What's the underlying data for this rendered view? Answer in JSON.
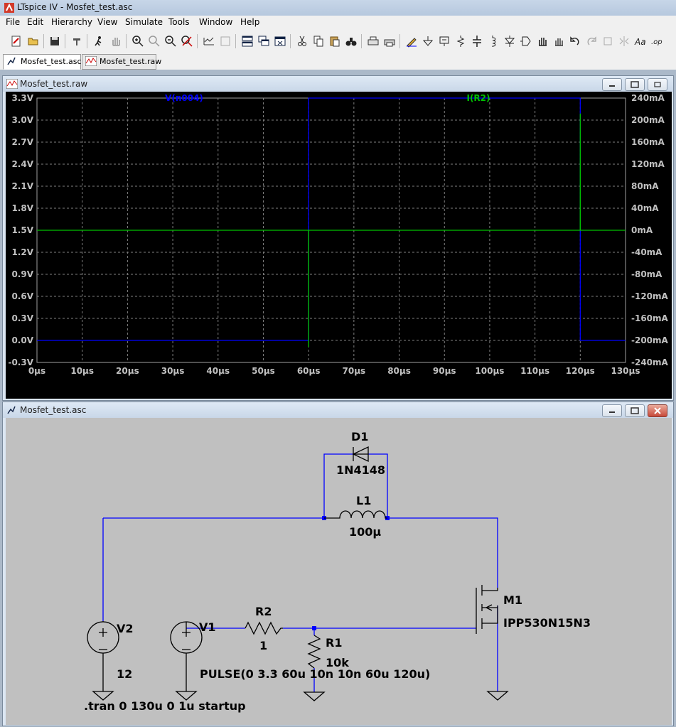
{
  "window": {
    "title": "LTspice IV - Mosfet_test.asc"
  },
  "menu": [
    "File",
    "Edit",
    "Hierarchy",
    "View",
    "Simulate",
    "Tools",
    "Window",
    "Help"
  ],
  "tabs": [
    {
      "label": "Mosfet_test.asc",
      "icon": "schematic-icon"
    },
    {
      "label": "Mosfet_test.raw",
      "icon": "waveform-icon"
    }
  ],
  "waveform_window": {
    "title": "Mosfet_test.raw"
  },
  "schematic_window": {
    "title": "Mosfet_test.asc"
  },
  "colors": {
    "plot_bg": "#000000",
    "trace_v": "#0000ff",
    "trace_i": "#00c000",
    "grid": "#808080",
    "wire": "#0000ff",
    "schematic_bg": "#c0c0c0"
  },
  "chart_data": {
    "type": "line",
    "title": "",
    "xlabel": "",
    "ylabel": "",
    "xlim": [
      0,
      130
    ],
    "ylim_left": [
      -0.3,
      3.3
    ],
    "ylim_right": [
      -240,
      240
    ],
    "x_ticks": [
      "0µs",
      "10µs",
      "20µs",
      "30µs",
      "40µs",
      "50µs",
      "60µs",
      "70µs",
      "80µs",
      "90µs",
      "100µs",
      "110µs",
      "120µs",
      "130µs"
    ],
    "y_left_ticks": [
      "3.3V",
      "3.0V",
      "2.7V",
      "2.4V",
      "2.1V",
      "1.8V",
      "1.5V",
      "1.2V",
      "0.9V",
      "0.6V",
      "0.3V",
      "0.0V",
      "-0.3V"
    ],
    "y_right_ticks": [
      "240mA",
      "200mA",
      "160mA",
      "120mA",
      "80mA",
      "40mA",
      "0mA",
      "-40mA",
      "-80mA",
      "-120mA",
      "-160mA",
      "-200mA",
      "-240mA"
    ],
    "grid": true,
    "series": [
      {
        "name": "V(n004)",
        "axis": "left",
        "x": [
          0,
          60,
          60,
          120,
          120,
          130
        ],
        "y": [
          0,
          0,
          3.3,
          3.3,
          0,
          0
        ]
      },
      {
        "name": "I(R2)",
        "axis": "right",
        "x": [
          0,
          59.99,
          60,
          60.01,
          119.99,
          120,
          120.01,
          130
        ],
        "y": [
          0,
          0,
          -212,
          0,
          0,
          212,
          0,
          0
        ]
      }
    ]
  },
  "schematic": {
    "components": {
      "d1_name": "D1",
      "d1_value": "1N4148",
      "l1_name": "L1",
      "l1_value": "100µ",
      "m1_name": "M1",
      "m1_value": "IPP530N15N3",
      "v2_name": "V2",
      "v2_value": "12",
      "v1_name": "V1",
      "v1_value": "PULSE(0 3.3 60u 10n 10n 60u 120u)",
      "r2_name": "R2",
      "r2_value": "1",
      "r1_name": "R1",
      "r1_value": "10k"
    },
    "directive": ".tran 0 130u 0 1u startup"
  }
}
